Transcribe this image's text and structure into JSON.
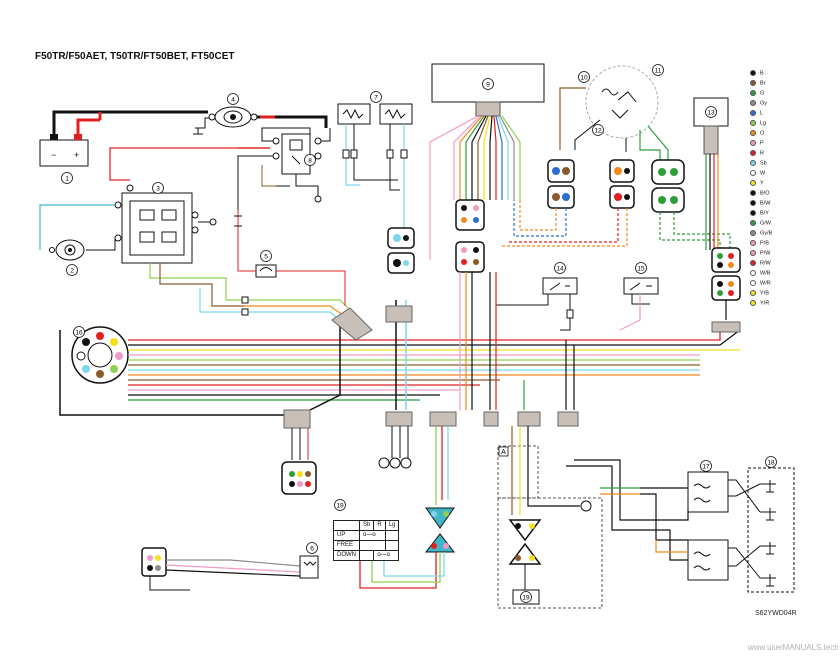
{
  "title": "F50TR/F50AET, T50TR/FT50BET, FT50CET",
  "diagram_code": "S62YWD04R",
  "watermark": "www.userMANUALS.tech",
  "callouts": [
    "1",
    "2",
    "3",
    "4",
    "5",
    "6",
    "7",
    "8",
    "9",
    "10",
    "11",
    "12",
    "13",
    "14",
    "15",
    "16",
    "17",
    "18",
    "19"
  ],
  "box_label_a": "A",
  "switch_table": {
    "header": [
      "",
      "Sb",
      "R",
      "Lg"
    ],
    "rows": [
      {
        "label": "UP",
        "sb_r": "o—o",
        "r_lg": ""
      },
      {
        "label": "FREE",
        "sb_r": "",
        "r_lg": ""
      },
      {
        "label": "DOWN",
        "sb_r": "",
        "r_lg": "o—o"
      }
    ]
  },
  "legend": [
    {
      "code": "B",
      "color": "#111111"
    },
    {
      "code": "Br",
      "color": "#8B5A2B"
    },
    {
      "code": "G",
      "color": "#2e9e3a"
    },
    {
      "code": "Gy",
      "color": "#8c8c8c"
    },
    {
      "code": "L",
      "color": "#2a6fd1"
    },
    {
      "code": "Lg",
      "color": "#8fd14f"
    },
    {
      "code": "O",
      "color": "#f08a1c"
    },
    {
      "code": "P",
      "color": "#f29ac6"
    },
    {
      "code": "R",
      "color": "#e02020"
    },
    {
      "code": "Sb",
      "color": "#7fd6ea"
    },
    {
      "code": "W",
      "color": "#ffffff"
    },
    {
      "code": "Y",
      "color": "#f2e11c"
    },
    {
      "code": "B/O",
      "color": "#111111"
    },
    {
      "code": "B/W",
      "color": "#111111"
    },
    {
      "code": "B/Y",
      "color": "#111111"
    },
    {
      "code": "G/W",
      "color": "#2e9e3a"
    },
    {
      "code": "Gy/B",
      "color": "#8c8c8c"
    },
    {
      "code": "P/B",
      "color": "#f29ac6"
    },
    {
      "code": "P/W",
      "color": "#f29ac6"
    },
    {
      "code": "R/W",
      "color": "#e02020"
    },
    {
      "code": "W/B",
      "color": "#ffffff"
    },
    {
      "code": "W/R",
      "color": "#ffffff"
    },
    {
      "code": "Y/B",
      "color": "#f2e11c"
    },
    {
      "code": "Y/R",
      "color": "#f2e11c"
    }
  ]
}
